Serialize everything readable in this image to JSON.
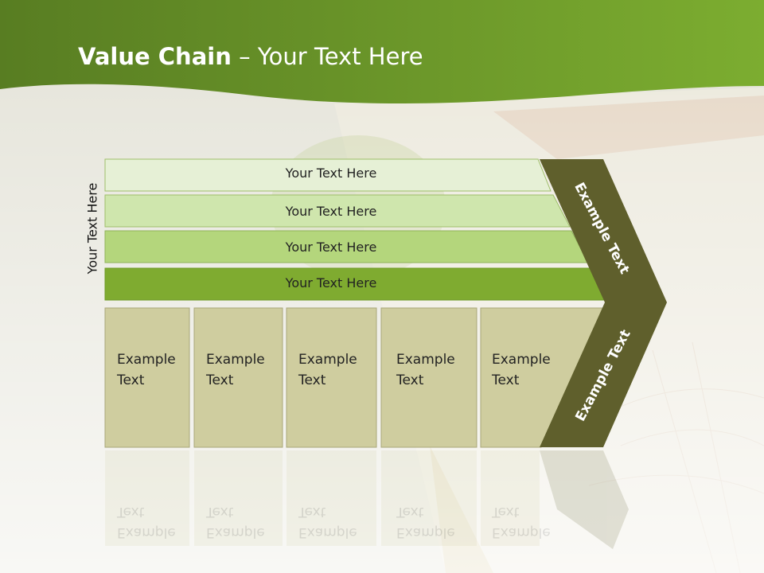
{
  "title": {
    "bold": "Value Chain",
    "rest": " – Your Text Here"
  },
  "side_label": "Your Text Here",
  "rows": [
    {
      "label": "Your Text Here"
    },
    {
      "label": "Your Text Here"
    },
    {
      "label": "Your Text Here"
    },
    {
      "label": "Your Text Here"
    }
  ],
  "boxes": [
    {
      "line1": "Example",
      "line2": "Text"
    },
    {
      "line1": "Example",
      "line2": "Text"
    },
    {
      "line1": "Example",
      "line2": "Text"
    },
    {
      "line1": "Example",
      "line2": "Text"
    },
    {
      "line1": "Example",
      "line2": "Text"
    }
  ],
  "chevron": {
    "upper": "Example Text",
    "lower": "Example Text"
  },
  "colors": {
    "header_green": "#6f9a2c",
    "row1": "#e6f0d6",
    "row2": "#cfe6ad",
    "row3": "#b4d67c",
    "row4": "#7fab30",
    "box": "#cfcd9f",
    "chevron": "#5f5f2c"
  }
}
